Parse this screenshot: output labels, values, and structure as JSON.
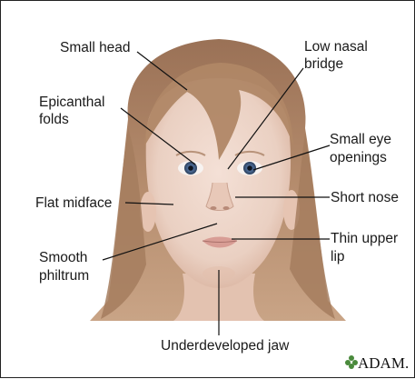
{
  "labels": {
    "small_head": "Small head",
    "low_nasal_bridge": [
      "Low nasal",
      "bridge"
    ],
    "epicanthal_folds": [
      "Epicanthal",
      "folds"
    ],
    "small_eye_openings": [
      "Small eye",
      "openings"
    ],
    "flat_midface": "Flat midface",
    "short_nose": "Short nose",
    "smooth_philtrum": [
      "Smooth",
      "philtrum"
    ],
    "thin_upper_lip": [
      "Thin upper",
      "lip"
    ],
    "underdeveloped_jaw": "Underdeveloped jaw"
  },
  "logo": {
    "text": "ADAM.",
    "icon": "adam-leaf-icon"
  }
}
